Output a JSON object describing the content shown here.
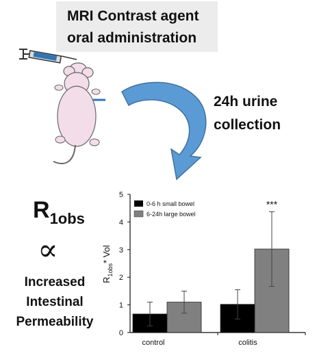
{
  "header_box": {
    "line1": "MRI Contrast agent",
    "line2": "oral administration"
  },
  "arrow_caption": {
    "line1": "24h urine",
    "line2": "collection"
  },
  "equation": {
    "r_main": "R",
    "r_sub": "1obs",
    "proportional_symbol": "∝"
  },
  "conclusion": {
    "line1": "Increased",
    "line2": "Intestinal",
    "line3": "Permeability"
  },
  "colors": {
    "arrow_blue": "#5b9bd5",
    "series_small_bowel": "#000000",
    "series_large_bowel": "#808080",
    "header_bg": "#ececec"
  },
  "chart_data": {
    "type": "bar",
    "categories": [
      "control",
      "colitis"
    ],
    "series": [
      {
        "name": "0-6 h small bowel",
        "values": [
          0.67,
          1.02
        ],
        "errors": [
          0.43,
          0.53
        ],
        "color": "#000000"
      },
      {
        "name": "6-24h large bowel",
        "values": [
          1.1,
          3.02
        ],
        "errors": [
          0.4,
          1.35
        ],
        "color": "#808080"
      }
    ],
    "ylabel_main": "R",
    "ylabel_sub": "1obs",
    "ylabel_tail": "* Vol",
    "ylim": [
      0,
      5
    ],
    "yticks": [
      "0",
      "1",
      "2",
      "3",
      "4",
      "5"
    ],
    "annotation": "***",
    "legend_position": "top-left",
    "grid": false
  }
}
